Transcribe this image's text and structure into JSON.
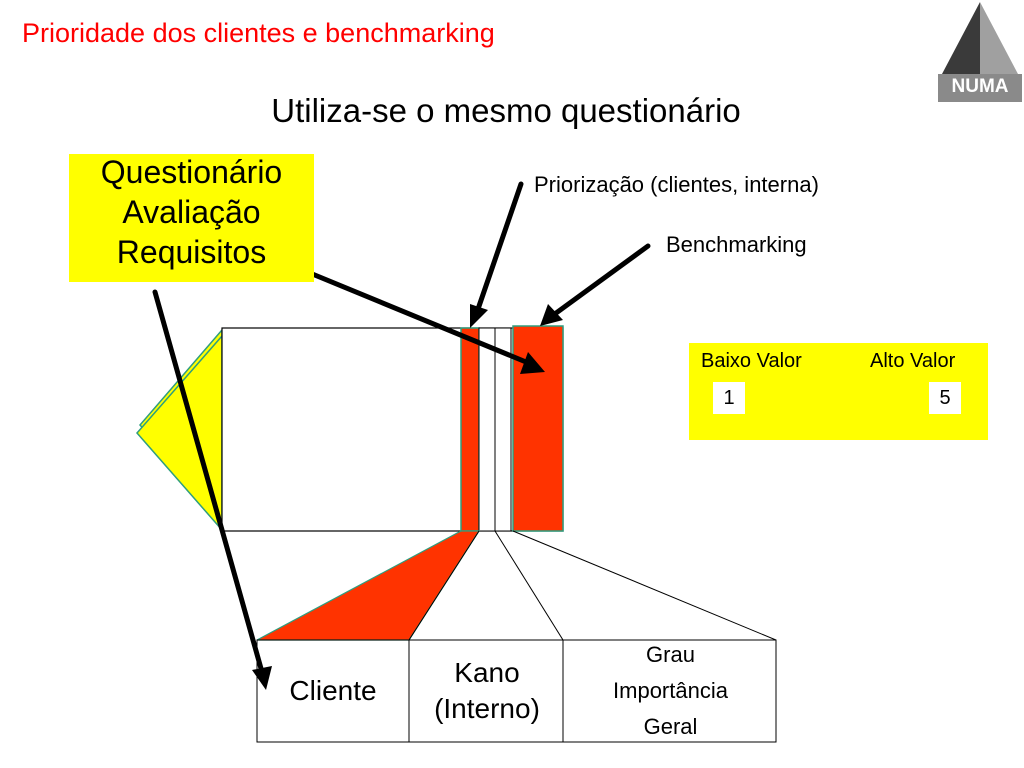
{
  "header": {
    "title": "Prioridade dos clientes e benchmarking",
    "subtitle": "Utiliza-se o mesmo questionário"
  },
  "logo": {
    "text": "NUMA",
    "icon": "numa-pyramid-icon"
  },
  "questionnaire_box": {
    "lines": [
      "Questionário",
      "Avaliação",
      "Requisitos"
    ]
  },
  "labels": {
    "prioritization": "Priorização (clientes, interna)",
    "benchmarking": "Benchmarking"
  },
  "scale": {
    "low_label": "Baixo Valor",
    "high_label": "Alto Valor",
    "min": "1",
    "max": "5"
  },
  "bottom_columns": {
    "cliente": "Cliente",
    "kano": [
      "Kano",
      "(Interno)"
    ],
    "grau": [
      "Grau",
      "Importância",
      "Geral"
    ]
  },
  "colors": {
    "title_red": "#ff0000",
    "highlight_yellow": "#ffff00",
    "bar_red": "#ff3300",
    "bar_outline": "#2e9e7e",
    "logo_gray": "#8a8a8a",
    "logo_dark": "#3a3a3a"
  }
}
